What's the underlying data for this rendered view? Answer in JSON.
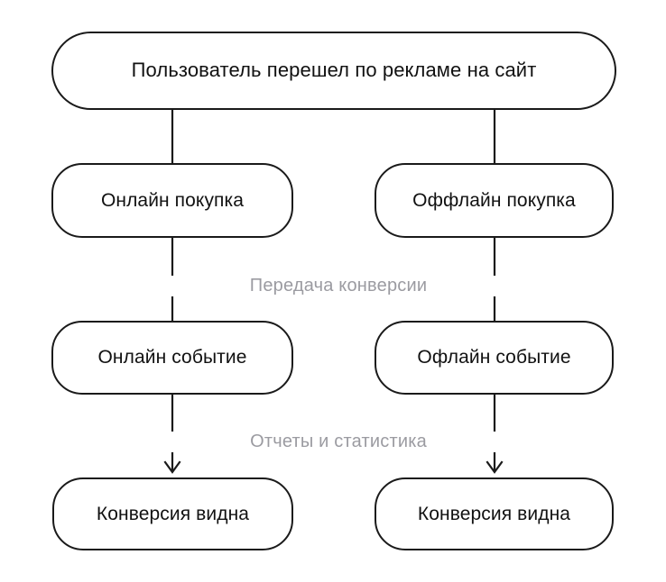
{
  "diagram": {
    "title_text": "",
    "colors": {
      "background": "#ffffff",
      "node_border": "#1a1a1a",
      "node_fill": "#ffffff",
      "node_text": "#111111",
      "edge_label_text": "#9b9ba1",
      "connector": "#1a1a1a"
    },
    "nodes": [
      {
        "id": "root",
        "label": "Пользователь перешел по рекламе на сайт"
      },
      {
        "id": "online-purchase",
        "label": "Онлайн покупка"
      },
      {
        "id": "offline-purchase",
        "label": "Оффлайн покупка"
      },
      {
        "id": "online-event",
        "label": "Онлайн событие"
      },
      {
        "id": "offline-event",
        "label": "Офлайн событие"
      },
      {
        "id": "conversion-left",
        "label": "Конверсия видна"
      },
      {
        "id": "conversion-right",
        "label": "Конверсия видна"
      }
    ],
    "edge_labels": [
      {
        "id": "transfer",
        "label": "Передача конверсии"
      },
      {
        "id": "reporting",
        "label": "Отчеты и статистика"
      }
    ],
    "connectors": [
      {
        "id": "root-to-online-purchase",
        "arrowhead": "none"
      },
      {
        "id": "root-to-offline-purchase",
        "arrowhead": "none"
      },
      {
        "id": "online-purchase-to-online-event",
        "arrowhead": "none"
      },
      {
        "id": "offline-purchase-to-offline-event",
        "arrowhead": "none"
      },
      {
        "id": "online-event-to-conversion",
        "arrowhead": "arrow"
      },
      {
        "id": "offline-event-to-conversion",
        "arrowhead": "arrow"
      }
    ]
  }
}
